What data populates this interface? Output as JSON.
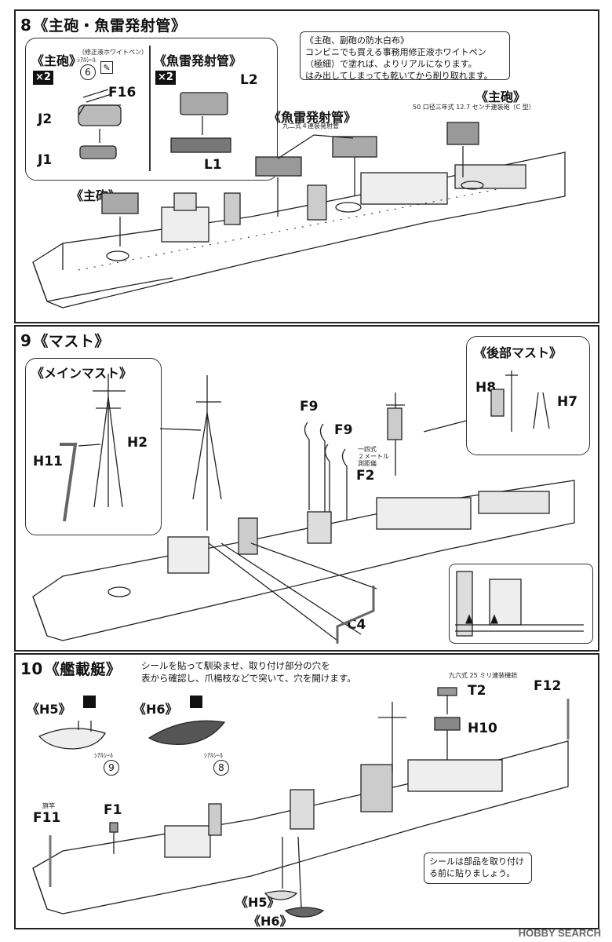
{
  "step8": {
    "number": "8",
    "title": "《主砲・魚雷発射管》",
    "callout_main_gun": {
      "title": "《主砲》",
      "qty": "×2",
      "pen_note": "（修正液ホワイトペン）",
      "decal_note": "ｼｱﾙｼｰﾙ",
      "decal_num": "6",
      "parts": [
        "F16",
        "J2",
        "J1"
      ]
    },
    "callout_torpedo": {
      "title": "《魚雷発射管》",
      "qty": "×2",
      "parts": [
        "L2",
        "L1"
      ]
    },
    "note": [
      "《主砲、副砲の防水白布》",
      "コンビニでも買える事務用修正液ホワイトペン",
      "（極細）で塗れば、よりリアルになります。",
      "はみ出してしまっても乾いてから削り取れます。"
    ],
    "label_torpedo": "《魚雷発射管》",
    "label_torpedo_sub": "九二式４連装発射管",
    "label_main_gun_right": "《主砲》",
    "label_main_gun_right_sub": "50 口径三年式 12.7 センチ連装砲（C 型）",
    "label_main_gun_left": "《主砲》"
  },
  "step9": {
    "number": "9",
    "title": "《マスト》",
    "callout_main_mast": {
      "title": "《メインマスト》",
      "parts": [
        "H11",
        "H2"
      ]
    },
    "callout_rear_mast": {
      "title": "《後部マスト》",
      "parts": [
        "H8",
        "H7"
      ]
    },
    "parts": [
      "F9",
      "F9",
      "F2",
      "C4"
    ],
    "rangefinder_note": [
      "一四式",
      "２メートル",
      "測距儀"
    ]
  },
  "step10": {
    "number": "10",
    "title": "《艦載艇》",
    "instruction": [
      "シールを貼って馴染ませ、取り付け部分の穴を",
      "表から確認し、爪楊枝などで突いて、穴を開けます。"
    ],
    "boat_h5": {
      "title": "《H5》",
      "decal_note": "ｼｱﾙｼｰﾙ",
      "decal_num": "9"
    },
    "boat_h6": {
      "title": "《H6》",
      "decal_note": "ｼｱﾙｼｰﾙ",
      "decal_num": "8"
    },
    "aa_note": "九六式 25 ミリ連装機銃",
    "parts": [
      "T2",
      "H10",
      "F12",
      "F1",
      "F11"
    ],
    "flagpole_note": "旗竿",
    "lower_labels": [
      "《H5》",
      "《H6》"
    ],
    "decal_note": [
      "シールは部品を取り付け",
      "る前に貼りましょう。"
    ]
  },
  "watermark": "HOBBY SEARCH"
}
